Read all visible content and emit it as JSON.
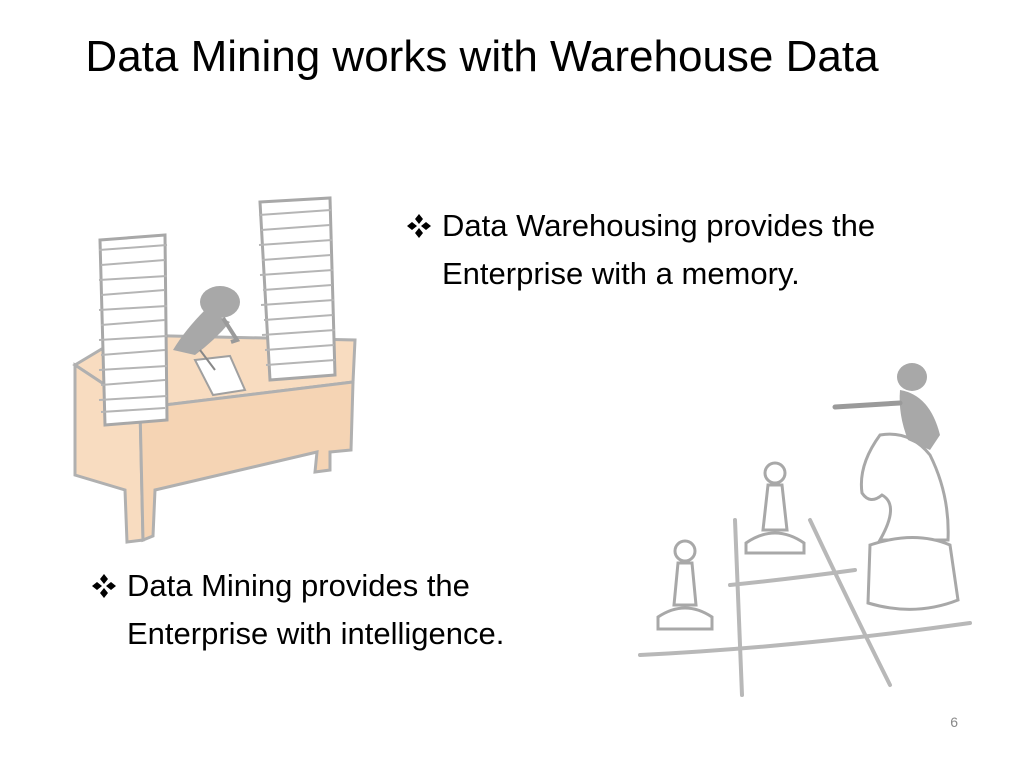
{
  "slide": {
    "title": "Data Mining works with Warehouse Data",
    "bullets": [
      {
        "text": "Data Warehousing provides the Enterprise with a memory."
      },
      {
        "text": "Data Mining provides the Enterprise with intelligence."
      }
    ],
    "page_number": "6",
    "bullet_marker_icon": "diamond-bullet-icon",
    "images": [
      {
        "icon": "desk-paper-stacks-icon"
      },
      {
        "icon": "chess-pieces-icon"
      }
    ],
    "colors": {
      "background": "#ffffff",
      "text": "#000000",
      "desk_fill": "#f8dcc0",
      "clipart_gray": "#a8a8a8",
      "page_number": "#888888"
    }
  }
}
